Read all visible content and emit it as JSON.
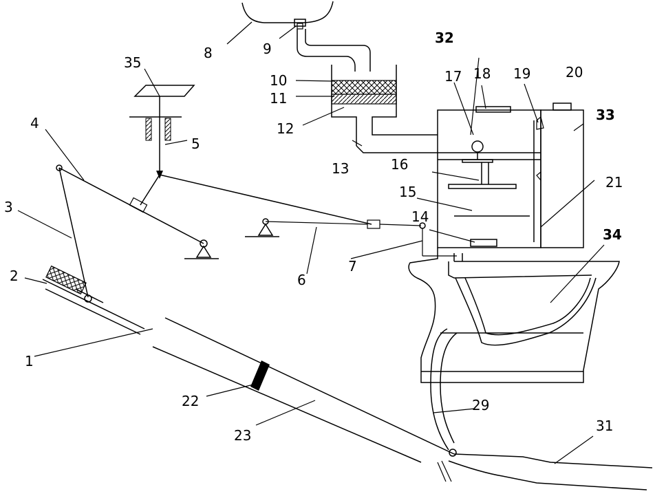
{
  "labels": {
    "l1": "1",
    "l2": "2",
    "l3": "3",
    "l4": "4",
    "l5": "5",
    "l6": "6",
    "l7": "7",
    "l8": "8",
    "l9": "9",
    "l10": "10",
    "l11": "11",
    "l12": "12",
    "l13": "13",
    "l14": "14",
    "l15": "15",
    "l16": "16",
    "l17": "17",
    "l18": "18",
    "l19": "19",
    "l20": "20",
    "l21": "21",
    "l22": "22",
    "l23": "23",
    "l29": "29",
    "l31": "31",
    "l32": "32",
    "l33": "33",
    "l34": "34",
    "l35": "35"
  }
}
